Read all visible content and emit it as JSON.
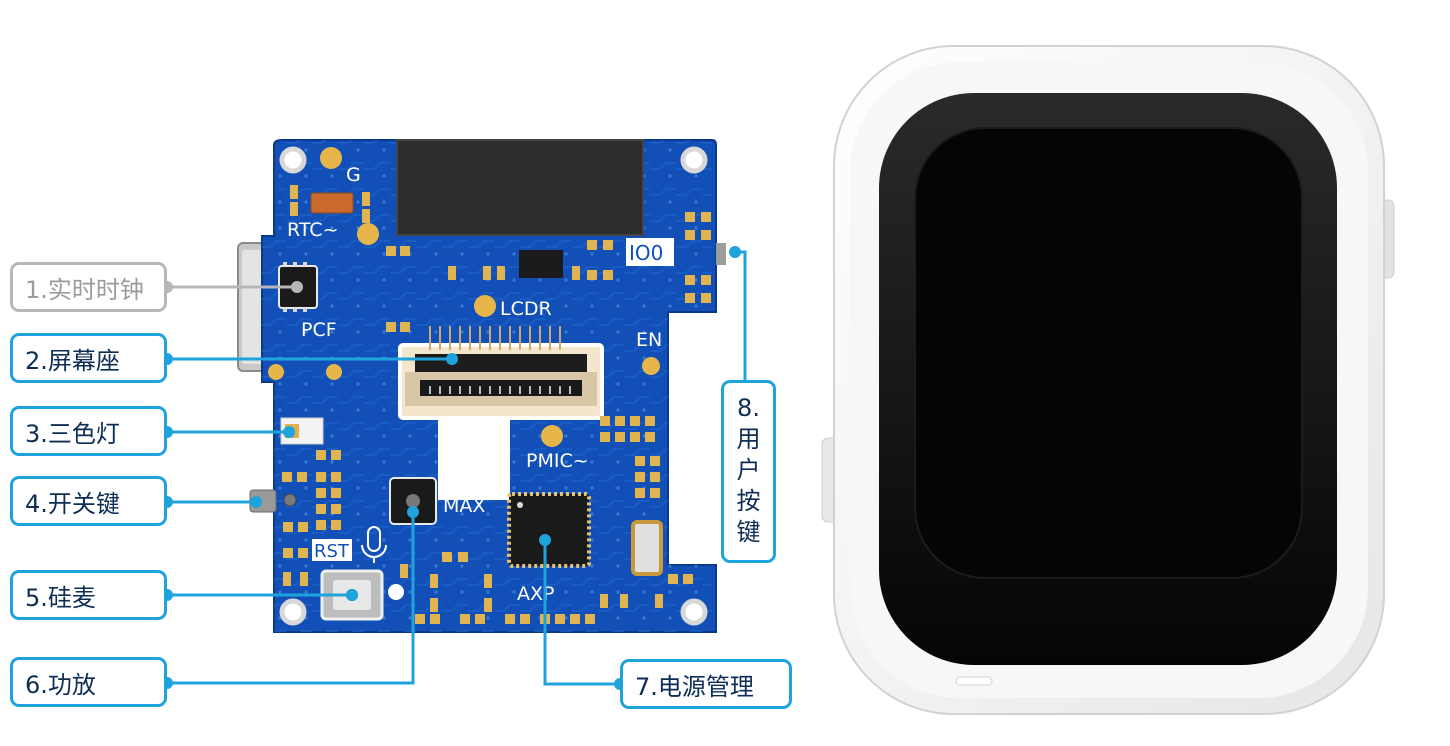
{
  "labels": {
    "rtc": "1.实时时钟",
    "screen_socket": "2.屏幕座",
    "rgb_led": "3.三色灯",
    "power_key": "4.开关键",
    "mic": "5.硅麦",
    "amp": "6.功放",
    "pmu": "7.电源管理",
    "user_key": [
      "8.",
      "用",
      "户",
      "按",
      "键"
    ]
  },
  "silkscreen": {
    "g": "G",
    "rtc": "RTC~",
    "pcf": "PCF",
    "io0": "IO0",
    "lcdr": "LCDR",
    "en": "EN",
    "pmic": "PMIC~",
    "max": "MAX",
    "rst": "RST",
    "axp": "AXP"
  },
  "colors": {
    "accent": "#1fa3dc",
    "pcb": "#1250b8",
    "inactive": "#b7b7b7"
  }
}
